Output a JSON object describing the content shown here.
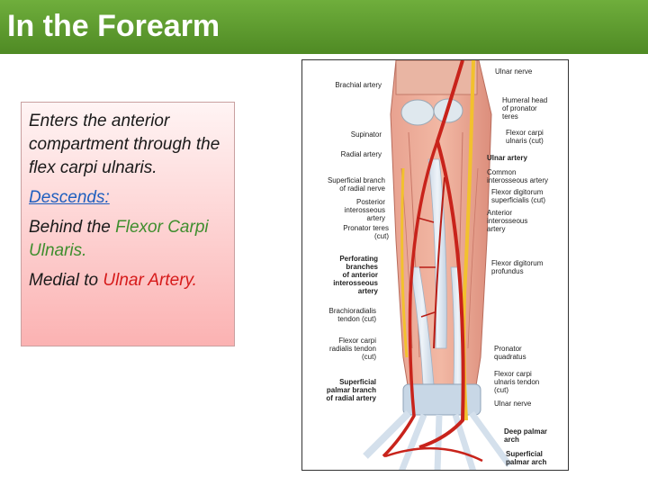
{
  "slide": {
    "title": "In the Forearm"
  },
  "text": {
    "line1": "Enters the anterior compartment through the flex carpi ulnaris.",
    "descends": "Descends:",
    "behind_prefix": "Behind the ",
    "behind_highlight": "Flexor Carpi Ulnaris.",
    "medial_prefix": "Medial to ",
    "medial_highlight": "Ulnar Artery."
  },
  "figure": {
    "left_labels": [
      "Brachial artery",
      "Supinator",
      "Radial artery",
      "Superficial branch\nof radial nerve",
      "Posterior\ninterosseous\nartery",
      "Pronator teres\n(cut)",
      "Perforating\nbranches\nof anterior\ninterosseous\nartery",
      "Brachioradialis\ntendon (cut)",
      "Flexor carpi\nradialis tendon\n(cut)",
      "Superficial\npalmar branch\nof radial artery"
    ],
    "right_labels": [
      "Ulnar nerve",
      "Humeral head\nof pronator\nteres",
      "Flexor carpi\nulnaris (cut)",
      "Ulnar artery",
      "Common\ninterosseous artery",
      "Flexor digitorum\nsuperficialis (cut)",
      "Anterior\ninterosseous\nartery",
      "Flexor digitorum\nprofundus",
      "Pronator\nquadratus",
      "Flexor carpi\nulnaris tendon\n(cut)",
      "Ulnar nerve",
      "Deep palmar\narch",
      "Superficial\npalmar arch"
    ]
  }
}
